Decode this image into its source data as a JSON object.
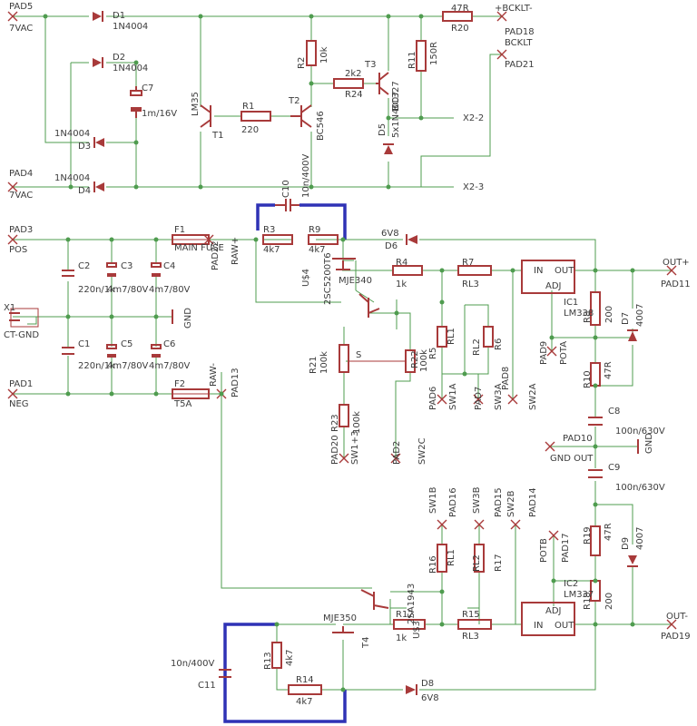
{
  "labels": {
    "pad5": "PAD5",
    "v7a": "7VAC",
    "pad4": "PAD4",
    "v7b": "7VAC",
    "pad3": "PAD3",
    "pos": "POS",
    "x1": "X1",
    "ctgnd": "CT-GND",
    "pad1": "PAD1",
    "neg": "NEG",
    "d1": "D1",
    "d1v": "1N4004",
    "d2": "D2",
    "d2v": "1N4004",
    "d3v": "1N4004",
    "d3": "D3",
    "d4v": "1N4004",
    "d4": "D4",
    "c7": "C7",
    "c7v": "1m/16V",
    "lm35": "LM35",
    "t1": "T1",
    "r1": "R1",
    "r1v": "220",
    "t2": "T2",
    "t2v": "BC546",
    "r2": "R2",
    "r2v": "10k",
    "r24v": "2k2",
    "r24": "R24",
    "t3": "T3",
    "t3v": "BC327",
    "d5": "D5",
    "d5v": "5x1N4007",
    "r11": "R11",
    "r11v": "150R",
    "r20v": "47R",
    "r20": "R20",
    "bcklt": "+BCKLT-",
    "pad18": "PAD18",
    "bcklt2": "BCKLT",
    "pad21": "PAD21",
    "x22": "X2-2",
    "x23": "X2-3",
    "c10": "C10",
    "c10v": "10n/400V",
    "r3": "R3",
    "r3v": "4k7",
    "r9": "R9",
    "r9v": "4k7",
    "v6v8a": "6V8",
    "d6": "D6",
    "f1": "F1",
    "f1v": "MAIN FUSE",
    "pad22": "PAD22",
    "raw1": "RAW+",
    "c2": "C2",
    "c2v": "220n/1k",
    "c3": "C3",
    "c3v": "4m7/80V",
    "c4": "C4",
    "c4v": "4m7/80V",
    "gnd1": "GND",
    "c1": "C1",
    "c1v": "220n/1k",
    "c5": "C5",
    "c5v": "4m7/80V",
    "c6": "C6",
    "c6v": "4m7/80V",
    "f2": "F2",
    "f2v": "T5A",
    "raw2": "RAW-",
    "pad13": "PAD13",
    "mje340": "MJE340",
    "us4": "U$4",
    "t6": "2SC5200T6",
    "r4": "R4",
    "r4v": "1k",
    "r7": "R7",
    "rl3a": "RL3",
    "ic1": "IC1",
    "lm3a": "LM338",
    "in1": "IN",
    "out1": "OUT",
    "adj1": "ADJ",
    "out_pos": "OUT+",
    "pad11": "PAD11",
    "r8": "R8",
    "r8v": "200",
    "d7": "D7",
    "d7v": "4007",
    "pad9": "PAD9",
    "pota": "POTA",
    "r10": "R10",
    "r10v": "47R",
    "r21": "R21",
    "r21v": "100k",
    "s": "S",
    "r22": "R22",
    "r22v": "100k",
    "r5": "R5",
    "rl1a": "RL1",
    "rl2a": "RL2",
    "r6": "R6",
    "pad6": "PAD6",
    "sw1a": "SW1A",
    "pad7": "PAD7",
    "sw3a": "SW3A",
    "pad8": "PAD8",
    "sw2a": "SW2A",
    "r23": "R23",
    "r23v": "100k",
    "pad20": "PAD20",
    "sw1p": "SW1+3",
    "pad2": "PAD2",
    "sw2c": "SW2C",
    "c8": "C8",
    "c8v": "100n/630V",
    "pad10": "PAD10",
    "gndout": "GND OUT",
    "gnd2": "GND",
    "c9": "C9",
    "c9v": "100n/630V",
    "sw1b": "SW1B",
    "pad16": "PAD16",
    "sw3b": "SW3B",
    "pad15": "PAD15",
    "sw2b": "SW2B",
    "pad14": "PAD14",
    "potb": "POTB",
    "pad17": "PAD17",
    "r19": "R19",
    "r19v": "47R",
    "d9": "D9",
    "d9v": "4007",
    "r16": "R16",
    "rl1b": "RL1",
    "rl2b": "RL2",
    "r17": "R17",
    "ic2": "IC2",
    "lm3b": "LM337",
    "adj2": "ADJ",
    "in2": "IN",
    "out2": "OUT",
    "r18": "R18",
    "r18v": "200",
    "out_neg": "OUT-",
    "pad19": "PAD19",
    "mje350": "MJE350",
    "r12": "R12",
    "r12v": "1k",
    "t4": "T4",
    "t4v": "2SA1943",
    "us3": "U$3",
    "r15": "R15",
    "rl3b": "RL3",
    "c11": "C11",
    "c11v": "10n/400V",
    "r13": "R13",
    "r13v": "4k7",
    "r14": "R14",
    "r14v": "4k7",
    "d8": "D8",
    "v6v8b": "6V8"
  },
  "colors": {
    "wire": "#4f9c4f",
    "component": "#a83a3a",
    "bus": "#2f32b5",
    "text": "#3c3c3c"
  }
}
